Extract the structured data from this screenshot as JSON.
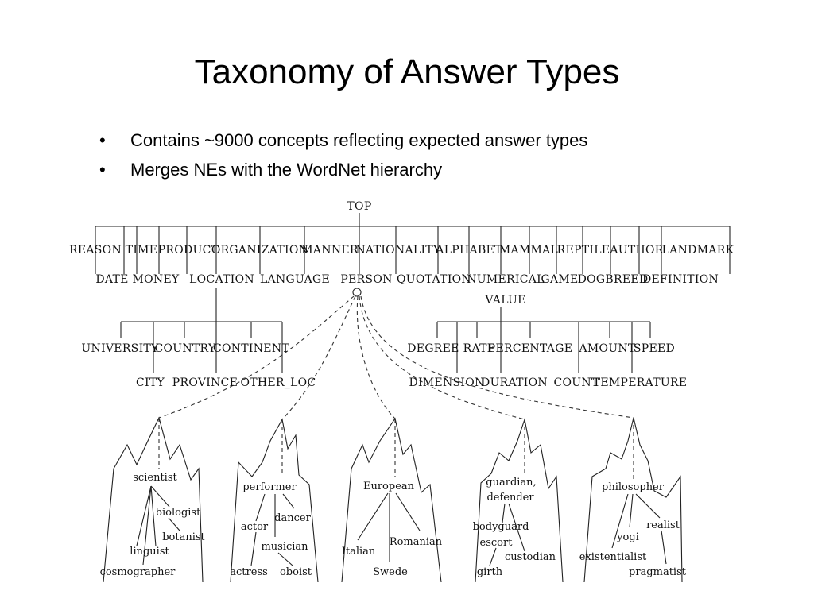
{
  "slide": {
    "title": "Taxonomy of Answer Types",
    "bullets": [
      "Contains ~9000 concepts reflecting expected answer types",
      "Merges NEs with the WordNet hierarchy"
    ]
  },
  "diagram": {
    "root": "TOP",
    "level1_upper": [
      "REASON",
      "TIME",
      "PRODUCT",
      "ORGANIZATION",
      "MANNER",
      "NATIONALITY",
      "ALPHABET",
      "MAMMAL",
      "REPTILE",
      "AUTHOR",
      "LANDMARK"
    ],
    "level1_lower": [
      "DATE",
      "MONEY",
      "LOCATION",
      "LANGUAGE",
      "PERSON",
      "QUOTATION",
      "NUMERICAL VALUE",
      "GAME",
      "DOGBREED",
      "DEFINITION"
    ],
    "location_children_upper": [
      "UNIVERSITY",
      "COUNTRY",
      "CONTINENT"
    ],
    "location_children_lower": [
      "CITY",
      "PROVINCE",
      "OTHER_LOC"
    ],
    "value_children_upper": [
      "DEGREE",
      "RATE",
      "PERCENTAGE",
      "AMOUNT",
      "SPEED"
    ],
    "value_children_lower": [
      "DIMENSION",
      "DURATION",
      "COUNT",
      "TEMPERATURE"
    ],
    "wordnet_subtrees": [
      {
        "root": "scientist",
        "leaves": [
          "biologist",
          "botanist",
          "linguist",
          "cosmographer"
        ]
      },
      {
        "root": "performer",
        "leaves": [
          "actor",
          "dancer",
          "musician",
          "actress",
          "oboist"
        ]
      },
      {
        "root": "European",
        "leaves": [
          "Italian",
          "Romanian",
          "Swede"
        ]
      },
      {
        "root": "guardian, defender",
        "leaves": [
          "bodyguard",
          "escort",
          "custodian",
          "girth"
        ]
      },
      {
        "root": "philosopher",
        "leaves": [
          "yogi",
          "realist",
          "existentialist",
          "pragmatist"
        ]
      }
    ]
  }
}
